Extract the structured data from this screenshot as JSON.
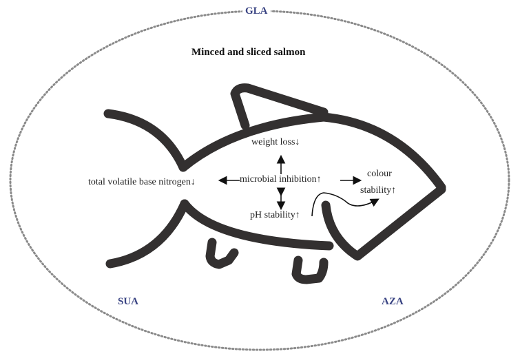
{
  "title": "Minced and sliced salmon",
  "treatments": {
    "top": "GLA",
    "bottom_left": "SUA",
    "bottom_right": "AZA"
  },
  "effects": {
    "center": "microbial inhibition↑",
    "up": "weight loss↓",
    "left": "total volatile base nitrogen↓",
    "down": "pH stability↑",
    "right_line1": "colour",
    "right_line2": "stability↑"
  },
  "colors": {
    "fish": "#333030",
    "label": "#3a4483",
    "ellipse": "#8a8a8a"
  }
}
